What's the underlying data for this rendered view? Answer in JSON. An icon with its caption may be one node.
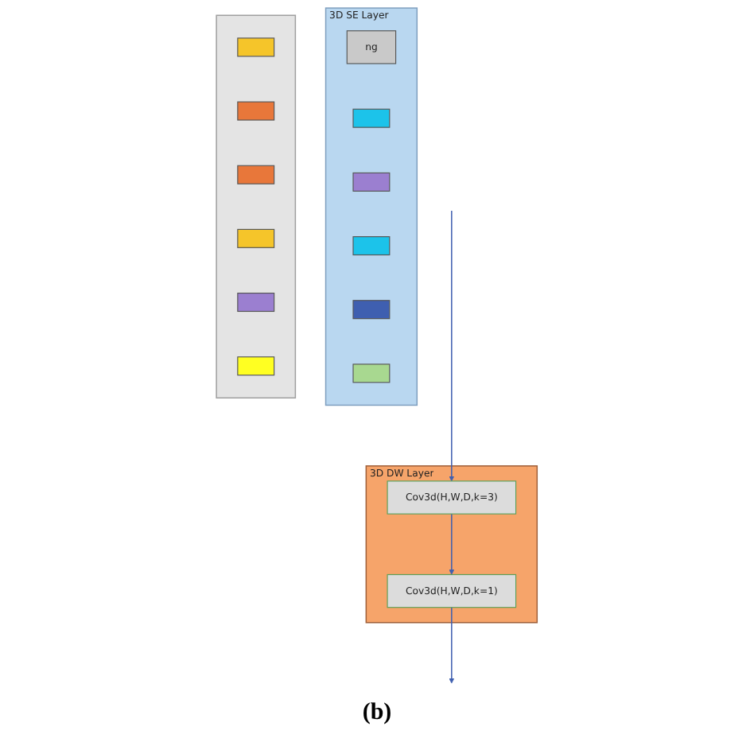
{
  "diagram": {
    "caption": "(b)",
    "nodes": [
      {
        "text": [
          "3D SE Layer"
        ]
      },
      {
        "text": [
          "ng"
        ],
        "in": 0
      },
      {
        "text": [],
        "shape": "box",
        "in": 0
      },
      {
        "text": [],
        "shape": "box",
        "in": 0
      },
      {
        "text": [],
        "shape": "box",
        "in": 0
      },
      {
        "text": [],
        "shape": "box",
        "in": 0
      },
      {
        "text": [],
        "shape": "box",
        "in": 0
      },
      {
        "text": [
          "3D DW Layer"
        ]
      },
      {
        "text": [
          "Cov3d(H,W,D,k=3)"
        ],
        "in": 7
      },
      {
        "text": [
          "Cov3d(H,W,D,k=1)"
        ],
        "in": 7
      },
      {
        "text": [],
        "shape": "box"
      },
      {
        "text": [],
        "shape": "box",
        "in": 10
      },
      {
        "text": [],
        "shape": "box",
        "in": 10
      },
      {
        "text": [],
        "shape": "box",
        "in": 10
      },
      {
        "text": [],
        "shape": "box",
        "in": 10
      },
      {
        "text": [],
        "shape": "box",
        "in": 10
      },
      {
        "text": [],
        "shape": "box",
        "in": 10
      }
    ],
    "edges": [
      {
        "from": null,
        "to": 8,
        "arrow": "to"
      },
      {
        "from": 8,
        "to": 9,
        "arrow": "to"
      },
      {
        "from": 9,
        "to": null,
        "arrow": "to"
      }
    ]
  }
}
